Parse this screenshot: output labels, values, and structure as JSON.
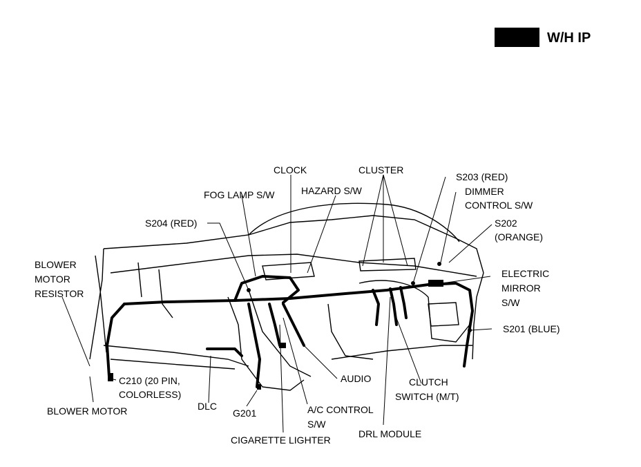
{
  "header": {
    "title": "W/H IP"
  },
  "labels": {
    "clock": "CLOCK",
    "cluster": "CLUSTER",
    "s203": "S203 (RED)",
    "dimmer_1": "DIMMER",
    "dimmer_2": "CONTROL S/W",
    "fog_lamp": "FOG LAMP S/W",
    "hazard": "HAZARD S/W",
    "s202_1": "S202",
    "s202_2": "(ORANGE)",
    "s204": "S204 (RED)",
    "blower_res_1": "BLOWER",
    "blower_res_2": "MOTOR",
    "blower_res_3": "RESISTOR",
    "elec_mirror_1": "ELECTRIC",
    "elec_mirror_2": "MIRROR",
    "elec_mirror_3": "S/W",
    "s201": "S201 (BLUE)",
    "c210_1": "C210 (20 PIN,",
    "c210_2": "COLORLESS)",
    "blower_motor": "BLOWER MOTOR",
    "dlc": "DLC",
    "g201": "G201",
    "audio": "AUDIO",
    "ac_control_1": "A/C CONTROL",
    "ac_control_2": "S/W",
    "clutch_1": "CLUTCH",
    "clutch_2": "SWITCH (M/T)",
    "cig_lighter": "CIGARETTE LIGHTER",
    "drl_module": "DRL MODULE"
  }
}
